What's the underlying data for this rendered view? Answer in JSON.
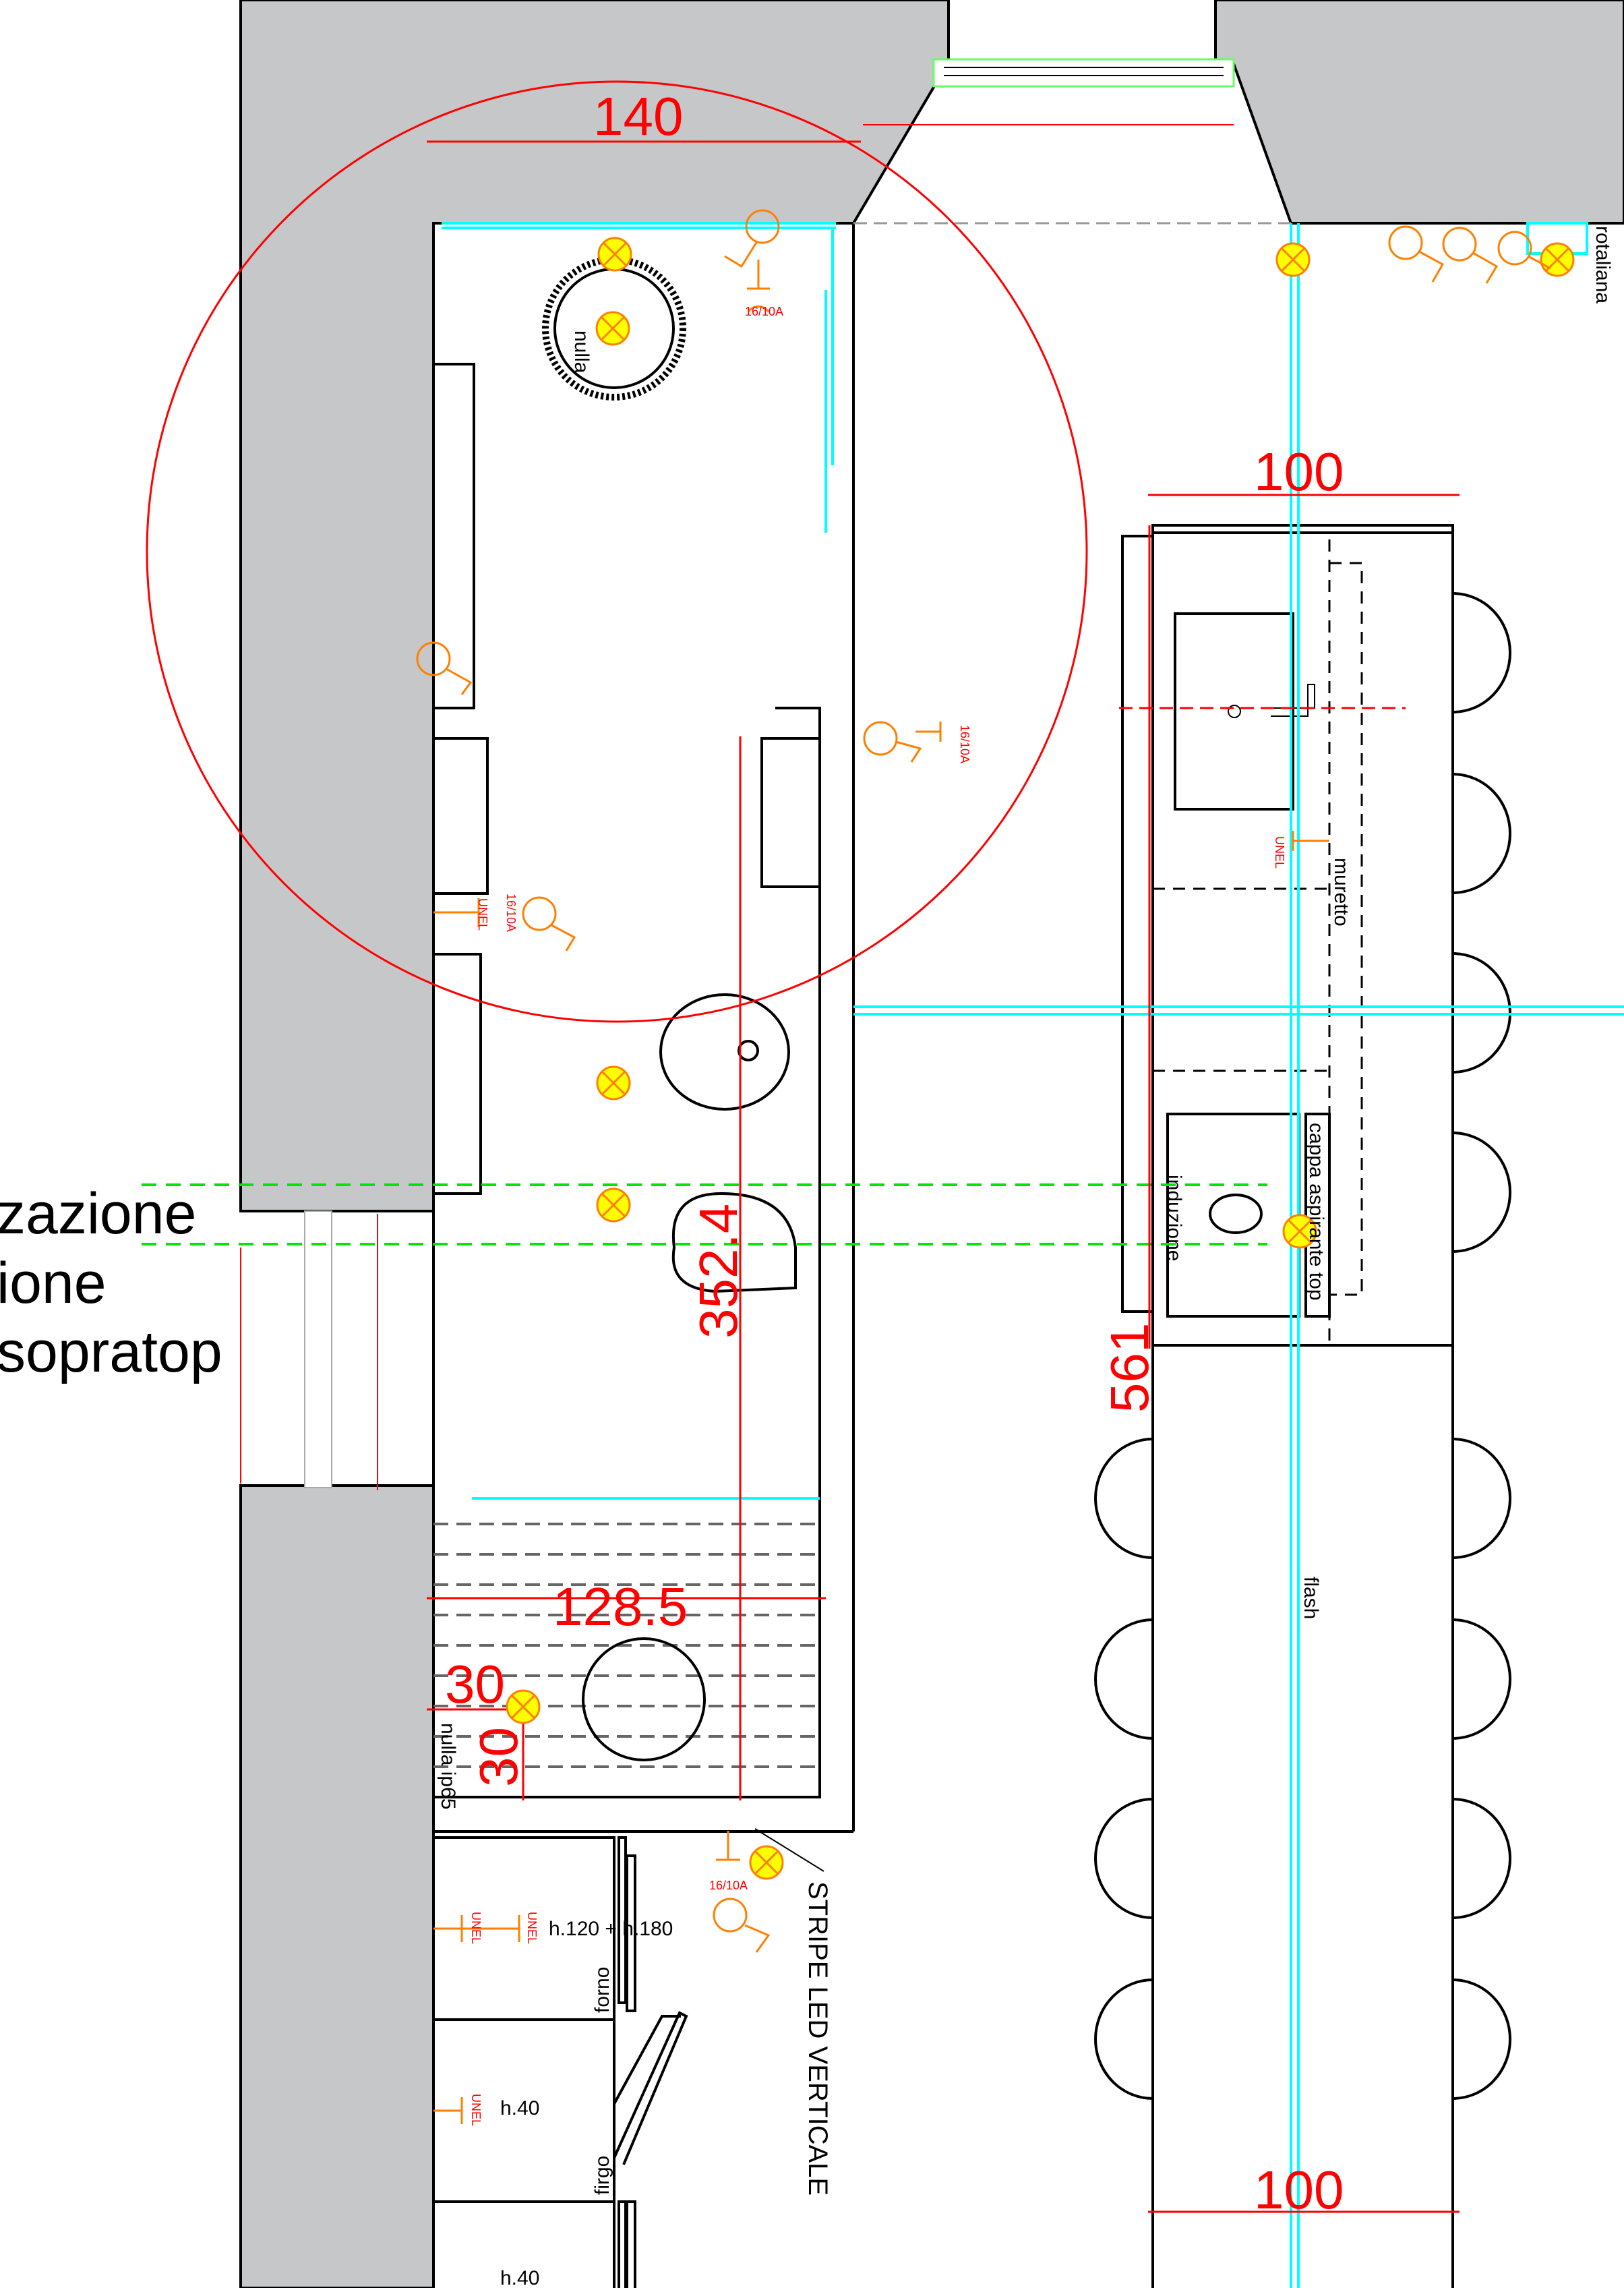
{
  "side_notes": [
    "zazione",
    "ione",
    "sopratop"
  ],
  "dimensions": {
    "top_width": "140",
    "island_top_width": "100",
    "bath_height": "352.4",
    "island_length": "561",
    "shower_width": "128.5",
    "lamp_offset_x": "30",
    "lamp_offset_y": "30",
    "island_bottom_width": "100"
  },
  "labels": {
    "rotaliana": "rotaliana",
    "nulla": "nulla",
    "nulla_ip": "nulla ip65",
    "muretto": "muretto",
    "induzione": "induzione",
    "cappa": "cappa aspirante top",
    "flash": "flash",
    "stripe": "STRIPE LED VERTICALE",
    "h120": "h.120 + h.180",
    "h40a": "h.40",
    "h40b": "h.40",
    "forno": "forno",
    "frigo": "firgo",
    "socket_16": "16/10A",
    "socket_unel": "UNEL"
  },
  "colors": {
    "wall": "#c6c7c9",
    "dimension": "#ff0000",
    "led": "#00ffff",
    "electrical": "#ff8000",
    "lamp": "#ffff00",
    "section_line": "#00e600"
  }
}
